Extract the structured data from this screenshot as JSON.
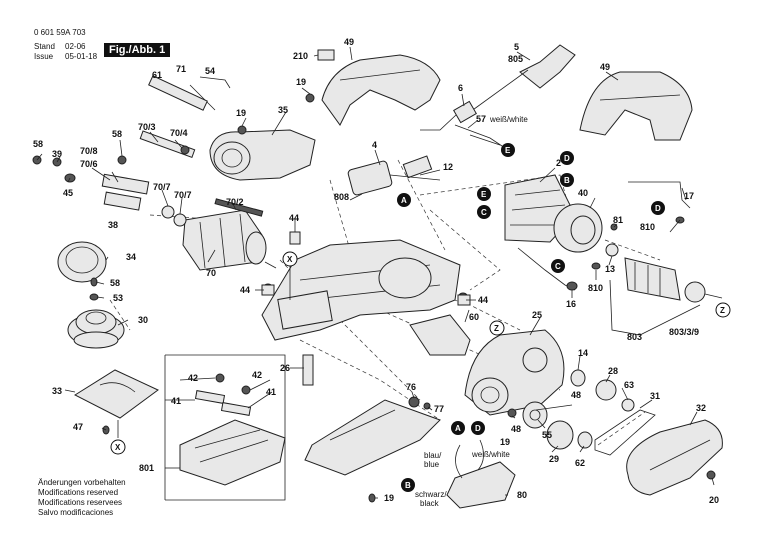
{
  "header": {
    "doc_number": "0 601 59A 703",
    "stand_label": "Stand",
    "stand_date": "02-06",
    "issue_label": "Issue",
    "issue_date": "05-01-18",
    "figure_label": "Fig./Abb. 1"
  },
  "footer_notes": [
    "Änderungen vorbehalten",
    "Modifications reserved",
    "Modifications reservees",
    "Salvo modificaciones"
  ],
  "part_numbers": {
    "p2": "2",
    "p4": "4",
    "p5": "5",
    "p6": "6",
    "p12": "12",
    "p13": "13",
    "p14": "14",
    "p16": "16",
    "p17": "17",
    "p19a": "19",
    "p19b": "19",
    "p19c": "19",
    "p20": "20",
    "p25": "25",
    "p26": "26",
    "p28": "28",
    "p29": "29",
    "p30": "30",
    "p31": "31",
    "p32": "32",
    "p33": "33",
    "p34": "34",
    "p35": "35",
    "p38": "38",
    "p39": "39",
    "p40": "40",
    "p41a": "41",
    "p41b": "41",
    "p42a": "42",
    "p42b": "42",
    "p44a": "44",
    "p44b": "44",
    "p44c": "44",
    "p45": "45",
    "p47": "47",
    "p48a": "48",
    "p48b": "48",
    "p49a": "49",
    "p49b": "49",
    "p53": "53",
    "p54": "54",
    "p55": "55",
    "p57": "57",
    "p58a": "58",
    "p58b": "58",
    "p58c": "58",
    "p60": "60",
    "p61": "61",
    "p62": "62",
    "p63": "63",
    "p70": "70",
    "p70_2": "70/2",
    "p70_3": "70/3",
    "p70_4": "70/4",
    "p70_6": "70/6",
    "p70_7a": "70/7",
    "p70_7b": "70/7",
    "p70_8": "70/8",
    "p71": "71",
    "p76": "76",
    "p77": "77",
    "p80": "80",
    "p81": "81",
    "p801": "801",
    "p803": "803",
    "p803_3_9": "803/3/9",
    "p805": "805",
    "p808": "808",
    "p810a": "810",
    "p810b": "810",
    "p210": "210"
  },
  "wire_labels": {
    "white_top": "weiß/white",
    "white_bottom": "weiß/white",
    "blue": "blau/\nblue",
    "black": "schwarz/\nblack"
  },
  "badges": {
    "A": "A",
    "B": "B",
    "C": "C",
    "D": "D",
    "E": "E"
  },
  "markers": {
    "X": "X",
    "Z": "Z"
  }
}
